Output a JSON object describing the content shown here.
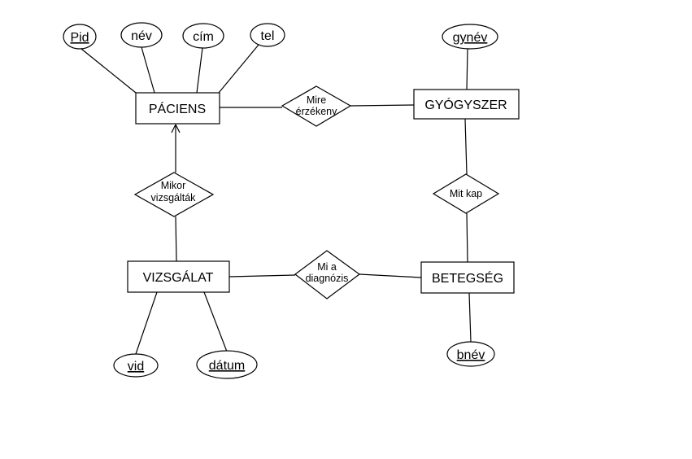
{
  "entities": {
    "paciens": "PÁCIENS",
    "gyogyszer": "GYÓGYSZER",
    "vizsgalat": "VIZSGÁLAT",
    "betegseg": "BETEGSÉG"
  },
  "attributes": {
    "pid": "Pid",
    "nev": "név",
    "cim": "cím",
    "tel": "tel",
    "gynev": "gynév",
    "vid": "vid",
    "datum": "dátum",
    "bnev": "bnév"
  },
  "relationships": {
    "mire_line1": "Mire",
    "mire_line2": "érzékeny",
    "mikor_line1": "Mikor",
    "mikor_line2": "vizsgálták",
    "mitkap": "Mit kap",
    "mia_line1": "Mi a",
    "mia_line2": "diagnózis"
  },
  "key_attributes": [
    "Pid",
    "gynév",
    "vid",
    "dátum",
    "bnév"
  ]
}
